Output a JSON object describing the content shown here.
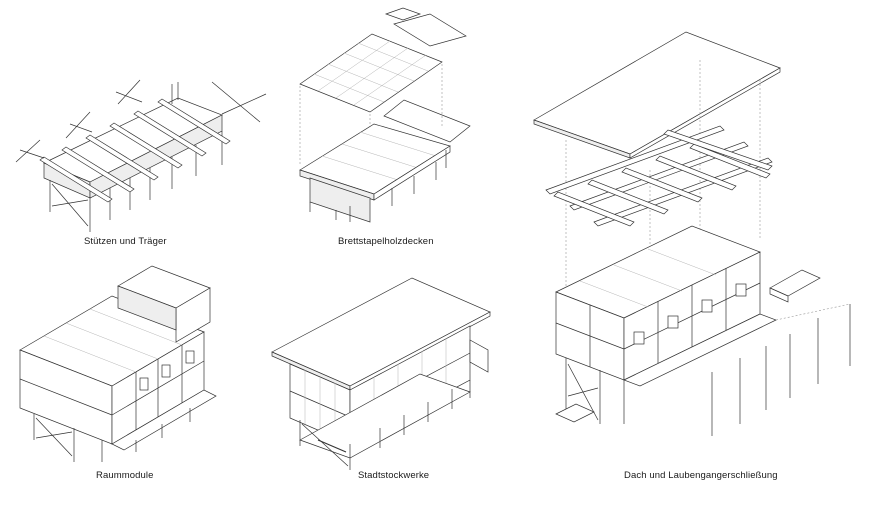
{
  "captions": {
    "structure": "Stützen und Träger",
    "slabs": "Brettstapelholzdecken",
    "roof_access": "Dach und Laubengangerschließung",
    "modules": "Raummodule",
    "stories": "Stadtstockwerke"
  }
}
